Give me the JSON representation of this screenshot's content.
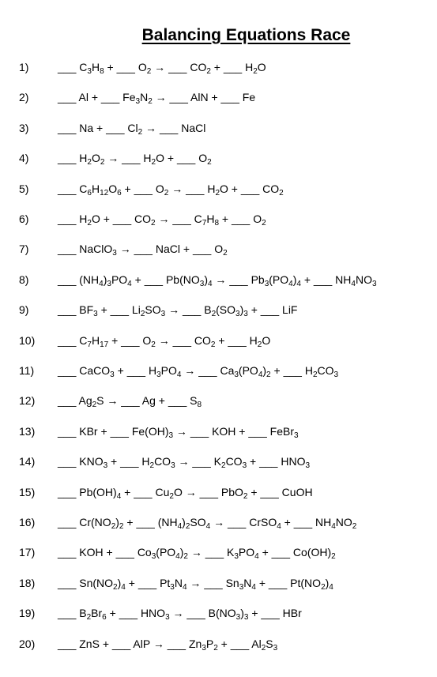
{
  "title": "Balancing Equations Race",
  "blank": "___",
  "arrow": "→",
  "plus": "+",
  "equations": [
    {
      "number": "1)",
      "reactants": [
        "C3H8",
        "O2"
      ],
      "products": [
        "CO2",
        "H2O"
      ]
    },
    {
      "number": "2)",
      "reactants": [
        "Al",
        "Fe3N2"
      ],
      "products": [
        "AlN",
        "Fe"
      ]
    },
    {
      "number": "3)",
      "reactants": [
        "Na",
        "Cl2"
      ],
      "products": [
        "NaCl"
      ]
    },
    {
      "number": "4)",
      "reactants": [
        "H2O2"
      ],
      "products": [
        "H2O",
        "O2"
      ]
    },
    {
      "number": "5)",
      "reactants": [
        "C6H12O6",
        "O2"
      ],
      "products": [
        "H2O",
        "CO2"
      ]
    },
    {
      "number": "6)",
      "reactants": [
        "H2O",
        "CO2"
      ],
      "products": [
        "C7H8",
        "O2"
      ]
    },
    {
      "number": "7)",
      "reactants": [
        "NaClO3"
      ],
      "products": [
        "NaCl",
        "O2"
      ]
    },
    {
      "number": "8)",
      "reactants": [
        "(NH4)3PO4",
        "Pb(NO3)4"
      ],
      "products": [
        "Pb3(PO4)4",
        "NH4NO3"
      ]
    },
    {
      "number": "9)",
      "reactants": [
        "BF3",
        "Li2SO3"
      ],
      "products": [
        "B2(SO3)3",
        "LiF"
      ]
    },
    {
      "number": "10)",
      "reactants": [
        "C7H17",
        "O2"
      ],
      "products": [
        "CO2",
        "H2O"
      ]
    },
    {
      "number": "11)",
      "reactants": [
        "CaCO3",
        "H3PO4"
      ],
      "products": [
        "Ca3(PO4)2",
        "H2CO3"
      ]
    },
    {
      "number": "12)",
      "reactants": [
        "Ag2S"
      ],
      "products": [
        "Ag",
        "S8"
      ]
    },
    {
      "number": "13)",
      "reactants": [
        "KBr",
        "Fe(OH)3"
      ],
      "products": [
        "KOH",
        "FeBr3"
      ]
    },
    {
      "number": "14)",
      "reactants": [
        "KNO3",
        "H2CO3"
      ],
      "products": [
        "K2CO3",
        "HNO3"
      ]
    },
    {
      "number": "15)",
      "reactants": [
        "Pb(OH)4",
        "Cu2O"
      ],
      "products": [
        "PbO2",
        "CuOH"
      ]
    },
    {
      "number": "16)",
      "reactants": [
        "Cr(NO2)2",
        "(NH4)2SO4"
      ],
      "products": [
        "CrSO4",
        "NH4NO2"
      ]
    },
    {
      "number": "17)",
      "reactants": [
        "KOH",
        "Co3(PO4)2"
      ],
      "products": [
        "K3PO4",
        "Co(OH)2"
      ]
    },
    {
      "number": "18)",
      "reactants": [
        "Sn(NO2)4",
        "Pt3N4"
      ],
      "products": [
        "Sn3N4",
        "Pt(NO2)4"
      ]
    },
    {
      "number": "19)",
      "reactants": [
        "B2Br6",
        "HNO3"
      ],
      "products": [
        "B(NO3)3",
        "HBr"
      ]
    },
    {
      "number": "20)",
      "reactants": [
        "ZnS",
        "AlP"
      ],
      "products": [
        "Zn3P2",
        "Al2S3"
      ]
    }
  ]
}
